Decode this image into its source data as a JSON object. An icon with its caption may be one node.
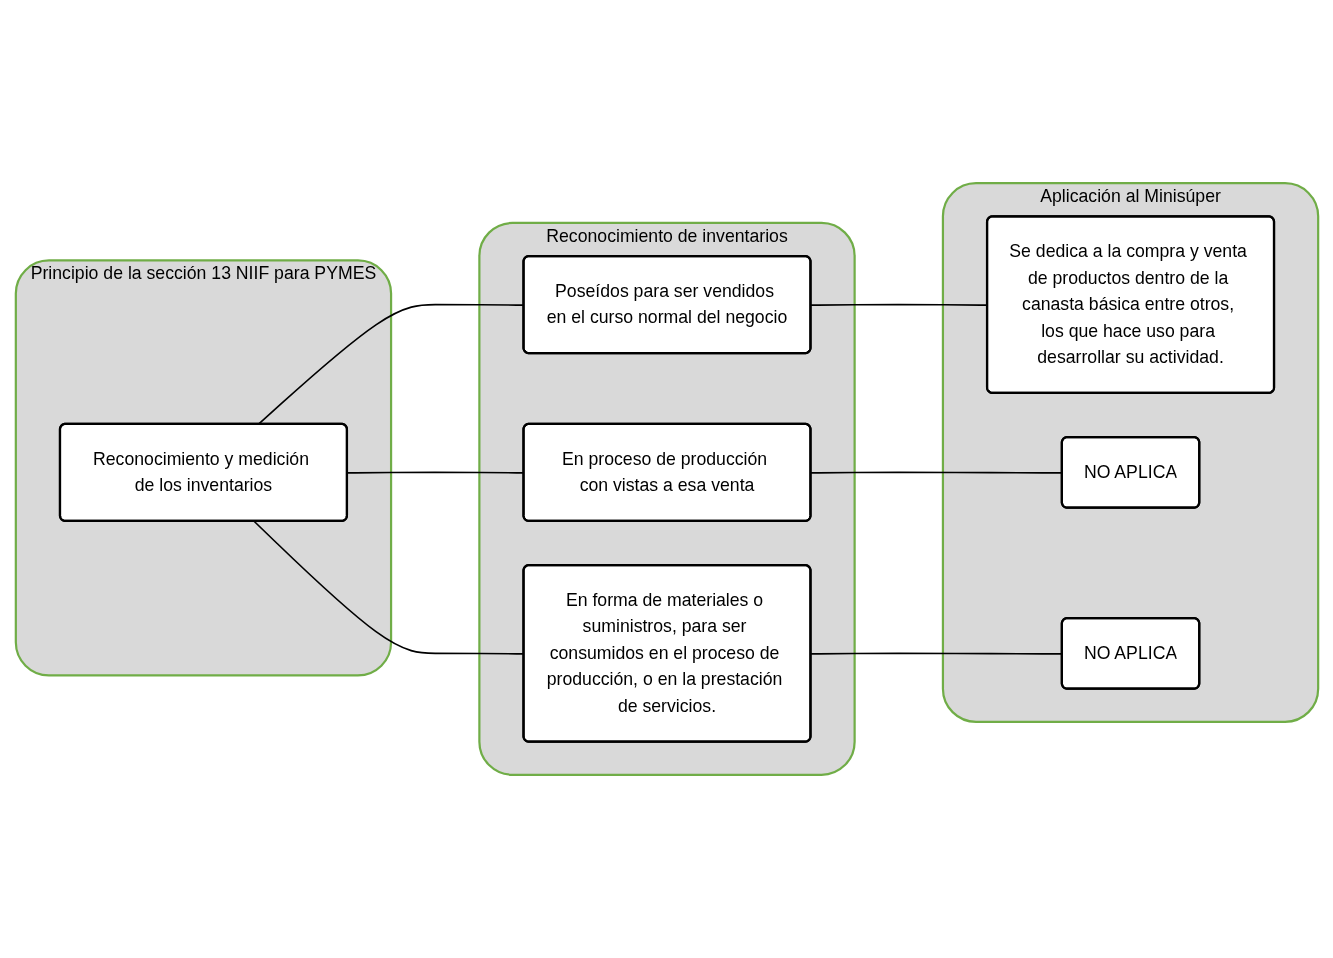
{
  "diagram": {
    "nodes": [
      {
        "text": [
          "Principio de la sección 13 NIIF para PYMES"
        ]
      },
      {
        "text": [
          "Reconocimiento y medición de los inventarios"
        ],
        "in": 0
      },
      {
        "text": [
          "Reconocimiento de inventarios"
        ]
      },
      {
        "text": [
          "Poseídos para ser vendidos en el curso normal del negocio"
        ],
        "in": 2
      },
      {
        "text": [
          "En proceso de producción con vistas a esa venta"
        ],
        "in": 2
      },
      {
        "text": [
          "En forma de materiales o suministros, para ser consumidos en el proceso de producción, o en la prestación de servicios."
        ],
        "in": 2
      },
      {
        "text": [
          "Aplicación al Minisúper"
        ]
      },
      {
        "text": [
          "Se dedica a la compra y venta de productos dentro de la canasta básica entre otros, los que hace uso para desarrollar su actividad."
        ],
        "in": 6
      },
      {
        "text": [
          "NO APLICA"
        ],
        "in": 6
      },
      {
        "text": [
          "NO APLICA"
        ],
        "in": 6
      }
    ],
    "edges": [
      {
        "from": 1,
        "to": 3,
        "arrow": "none"
      },
      {
        "from": 1,
        "to": 4,
        "arrow": "none"
      },
      {
        "from": 1,
        "to": 5,
        "arrow": "none"
      },
      {
        "from": 3,
        "to": 7,
        "arrow": "none"
      },
      {
        "from": 4,
        "to": 8,
        "arrow": "none"
      },
      {
        "from": 5,
        "to": 9,
        "arrow": "none"
      }
    ]
  }
}
